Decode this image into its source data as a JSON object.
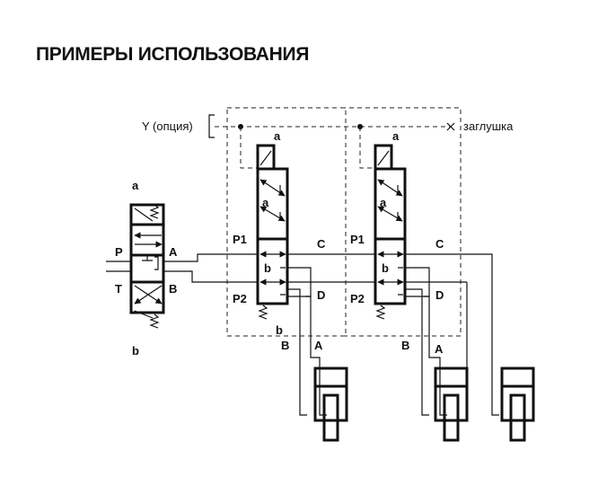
{
  "title": "ПРИМЕРЫ ИСПОЛЬЗОВАНИЯ",
  "labels": {
    "y_option": "Y (опция)",
    "plug": "заглушка",
    "a": "a",
    "b": "b",
    "P": "P",
    "T": "T",
    "A": "A",
    "B": "B",
    "C": "C",
    "D": "D",
    "P1": "P1",
    "P2": "P2"
  },
  "colors": {
    "line": "#111111",
    "background": "#ffffff"
  },
  "icons": [
    "plug-x-icon",
    "spring-icon",
    "cylinder-icon"
  ]
}
